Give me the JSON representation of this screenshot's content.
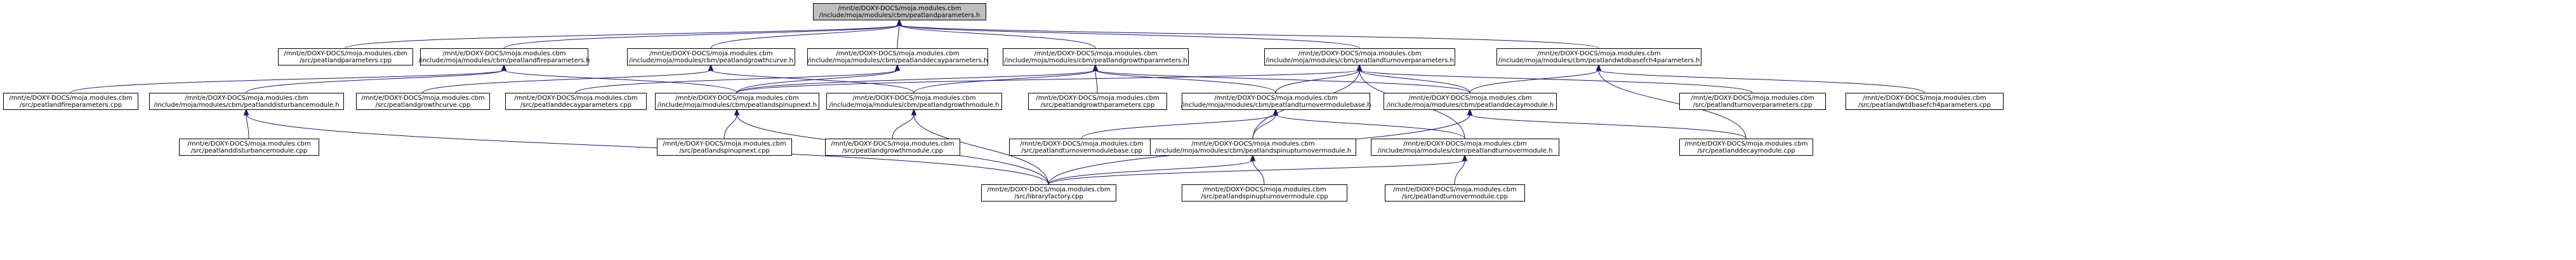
{
  "nodes": [
    {
      "id": "root",
      "root": true,
      "lines": [
        "/mnt/e/DOXY-DOCS/moja.modules.cbm",
        "/include/moja/modules/cbm/peatlandparameters.h"
      ]
    },
    {
      "id": "pp_cpp",
      "lines": [
        "/mnt/e/DOXY-DOCS/moja.modules.cbm",
        "/src/peatlandparameters.cpp"
      ]
    },
    {
      "id": "fire_h",
      "lines": [
        "/mnt/e/DOXY-DOCS/moja.modules.cbm",
        "/include/moja/modules/cbm/peatlandfireparameters.h"
      ]
    },
    {
      "id": "growthcurve_h",
      "lines": [
        "/mnt/e/DOXY-DOCS/moja.modules.cbm",
        "/include/moja/modules/cbm/peatlandgrowthcurve.h"
      ]
    },
    {
      "id": "decay_params_h",
      "lines": [
        "/mnt/e/DOXY-DOCS/moja.modules.cbm",
        "/include/moja/modules/cbm/peatlanddecayparameters.h"
      ]
    },
    {
      "id": "growth_params_h",
      "lines": [
        "/mnt/e/DOXY-DOCS/moja.modules.cbm",
        "/include/moja/modules/cbm/peatlandgrowthparameters.h"
      ]
    },
    {
      "id": "turnover_params_h",
      "lines": [
        "/mnt/e/DOXY-DOCS/moja.modules.cbm",
        "/include/moja/modules/cbm/peatlandturnoverparameters.h"
      ]
    },
    {
      "id": "wtd_h",
      "lines": [
        "/mnt/e/DOXY-DOCS/moja.modules.cbm",
        "/include/moja/modules/cbm/peatlandwtdbasefch4parameters.h"
      ]
    },
    {
      "id": "fire_cpp",
      "lines": [
        "/mnt/e/DOXY-DOCS/moja.modules.cbm",
        "/src/peatlandfireparameters.cpp"
      ]
    },
    {
      "id": "disturbance_h",
      "lines": [
        "/mnt/e/DOXY-DOCS/moja.modules.cbm",
        "/include/moja/modules/cbm/peatlanddisturbancemodule.h"
      ]
    },
    {
      "id": "growthcurve_cpp",
      "lines": [
        "/mnt/e/DOXY-DOCS/moja.modules.cbm",
        "/src/peatlandgrowthcurve.cpp"
      ]
    },
    {
      "id": "decay_params_cpp",
      "lines": [
        "/mnt/e/DOXY-DOCS/moja.modules.cbm",
        "/src/peatlanddecayparameters.cpp"
      ]
    },
    {
      "id": "prepare_h",
      "lines": [
        "/mnt/e/DOXY-DOCS/moja.modules.cbm",
        "/include/moja/modules/cbm/peatlandspinupnext.h"
      ]
    },
    {
      "id": "growth_module_h",
      "lines": [
        "/mnt/e/DOXY-DOCS/moja.modules.cbm",
        "/include/moja/modules/cbm/peatlandgrowthmodule.h"
      ]
    },
    {
      "id": "growth_params_cpp",
      "lines": [
        "/mnt/e/DOXY-DOCS/moja.modules.cbm",
        "/src/peatlandgrowthparameters.cpp"
      ]
    },
    {
      "id": "turnover_base_h",
      "lines": [
        "/mnt/e/DOXY-DOCS/moja.modules.cbm",
        "/include/moja/modules/cbm/peatlandturnovermodulebase.h"
      ]
    },
    {
      "id": "decay_module_h",
      "lines": [
        "/mnt/e/DOXY-DOCS/moja.modules.cbm",
        "/include/moja/modules/cbm/peatlanddecaymodule.h"
      ]
    },
    {
      "id": "turnover_params_cpp",
      "lines": [
        "/mnt/e/DOXY-DOCS/moja.modules.cbm",
        "/src/peatlandturnoverparameters.cpp"
      ]
    },
    {
      "id": "wtd_cpp",
      "lines": [
        "/mnt/e/DOXY-DOCS/moja.modules.cbm",
        "/src/peatlandwtdbasefch4parameters.cpp"
      ]
    },
    {
      "id": "disturbance_cpp",
      "lines": [
        "/mnt/e/DOXY-DOCS/moja.modules.cbm",
        "/src/peatlanddisturbancemodule.cpp"
      ]
    },
    {
      "id": "spinupnext_cpp",
      "lines": [
        "/mnt/e/DOXY-DOCS/moja.modules.cbm",
        "/src/peatlandspinupnext.cpp"
      ]
    },
    {
      "id": "growth_module_cpp",
      "lines": [
        "/mnt/e/DOXY-DOCS/moja.modules.cbm",
        "/src/peatlandgrowthmodule.cpp"
      ]
    },
    {
      "id": "turnover_base_cpp",
      "lines": [
        "/mnt/e/DOXY-DOCS/moja.modules.cbm",
        "/src/peatlandturnovermodulebase.cpp"
      ]
    },
    {
      "id": "spinup_turnover_h",
      "lines": [
        "/mnt/e/DOXY-DOCS/moja.modules.cbm",
        "/include/moja/modules/cbm/peatlandspinupturnovermodule.h"
      ]
    },
    {
      "id": "turnover_module_h",
      "lines": [
        "/mnt/e/DOXY-DOCS/moja.modules.cbm",
        "/include/moja/modules/cbm/peatlandturnovermodule.h"
      ]
    },
    {
      "id": "decay_module_cpp",
      "lines": [
        "/mnt/e/DOXY-DOCS/moja.modules.cbm",
        "/src/peatlanddecaymodule.cpp"
      ]
    },
    {
      "id": "libraryfactory_cpp",
      "lines": [
        "/mnt/e/DOXY-DOCS/moja.modules.cbm",
        "/src/libraryfactory.cpp"
      ]
    },
    {
      "id": "spinup_turnover_cpp",
      "lines": [
        "/mnt/e/DOXY-DOCS/moja.modules.cbm",
        "/src/peatlandspinupturnovermodule.cpp"
      ]
    },
    {
      "id": "turnover_module_cpp",
      "lines": [
        "/mnt/e/DOXY-DOCS/moja.modules.cbm",
        "/src/peatlandturnovermodule.cpp"
      ]
    }
  ],
  "edges": [
    [
      "pp_cpp",
      "root"
    ],
    [
      "fire_h",
      "root"
    ],
    [
      "growthcurve_h",
      "root"
    ],
    [
      "decay_params_h",
      "root"
    ],
    [
      "growth_params_h",
      "root"
    ],
    [
      "turnover_params_h",
      "root"
    ],
    [
      "wtd_h",
      "root"
    ],
    [
      "fire_cpp",
      "fire_h"
    ],
    [
      "disturbance_h",
      "fire_h"
    ],
    [
      "prepare_h",
      "fire_h"
    ],
    [
      "growthcurve_cpp",
      "growthcurve_h"
    ],
    [
      "growth_module_h",
      "growthcurve_h"
    ],
    [
      "decay_params_cpp",
      "decay_params_h"
    ],
    [
      "prepare_h",
      "decay_params_h"
    ],
    [
      "prepare_h",
      "growth_params_h"
    ],
    [
      "growth_module_h",
      "growth_params_h"
    ],
    [
      "growth_params_cpp",
      "growth_params_h"
    ],
    [
      "turnover_base_h",
      "growth_params_h"
    ],
    [
      "decay_module_h",
      "growth_params_h"
    ],
    [
      "prepare_h",
      "turnover_params_h"
    ],
    [
      "turnover_base_h",
      "turnover_params_h"
    ],
    [
      "turnover_params_cpp",
      "turnover_params_h"
    ],
    [
      "spinup_turnover_h",
      "turnover_params_h"
    ],
    [
      "turnover_module_h",
      "turnover_params_h"
    ],
    [
      "decay_module_h",
      "turnover_params_h"
    ],
    [
      "wtd_cpp",
      "wtd_h"
    ],
    [
      "decay_module_h",
      "wtd_h"
    ],
    [
      "decay_module_cpp",
      "wtd_h"
    ],
    [
      "disturbance_cpp",
      "disturbance_h"
    ],
    [
      "libraryfactory_cpp",
      "disturbance_h"
    ],
    [
      "spinupnext_cpp",
      "prepare_h"
    ],
    [
      "libraryfactory_cpp",
      "prepare_h"
    ],
    [
      "growth_module_cpp",
      "growth_module_h"
    ],
    [
      "libraryfactory_cpp",
      "growth_module_h"
    ],
    [
      "turnover_base_cpp",
      "turnover_base_h"
    ],
    [
      "spinup_turnover_h",
      "turnover_base_h"
    ],
    [
      "turnover_module_h",
      "turnover_base_h"
    ],
    [
      "decay_module_cpp",
      "decay_module_h"
    ],
    [
      "libraryfactory_cpp",
      "decay_module_h"
    ],
    [
      "spinup_turnover_cpp",
      "spinup_turnover_h"
    ],
    [
      "libraryfactory_cpp",
      "spinup_turnover_h"
    ],
    [
      "turnover_module_cpp",
      "turnover_module_h"
    ],
    [
      "libraryfactory_cpp",
      "turnover_module_h"
    ]
  ]
}
